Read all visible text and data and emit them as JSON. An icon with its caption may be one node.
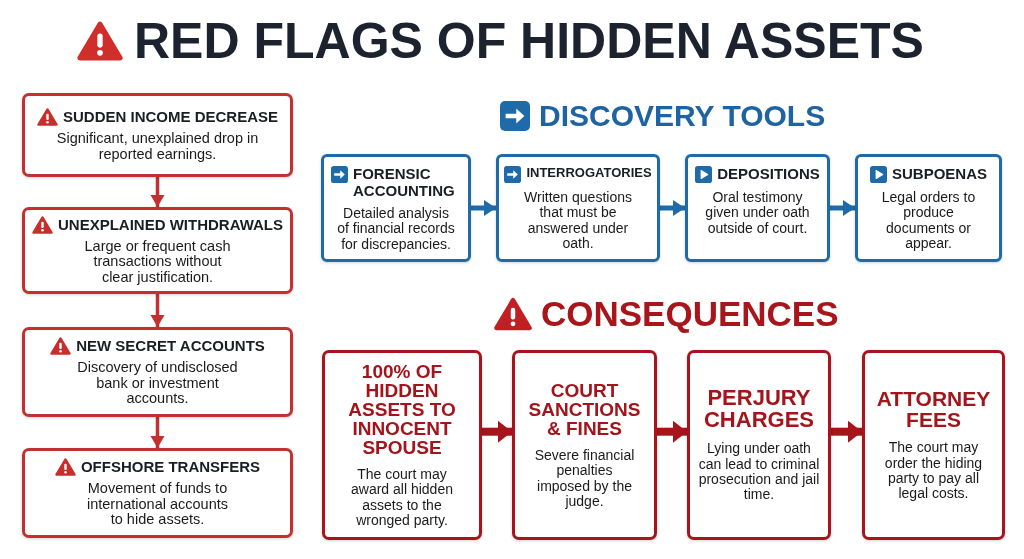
{
  "diagram": {
    "title": "RED FLAGS OF HIDDEN ASSETS",
    "nodes": [
      {
        "text": [
          "SUDDEN INCOME DECREASE",
          "Significant, unexplained drop in reported earnings."
        ]
      },
      {
        "text": [
          "UNEXPLAINED WITHDRAWALS",
          "Large or frequent cash transactions without clear justification."
        ]
      },
      {
        "text": [
          "NEW SECRET ACCOUNTS",
          "Discovery of undisclosed bank or investment accounts."
        ]
      },
      {
        "text": [
          "OFFSHORE TRANSFERS",
          "Movement of funds to international accounts to hide assets."
        ]
      },
      {
        "text": [
          "FORENSIC ACCOUNTING",
          "Detailed analysis of financial records for discrepancies."
        ]
      },
      {
        "text": [
          "INTERROGATORIES",
          "Written questions that must be answered under oath."
        ]
      },
      {
        "text": [
          "DEPOSITIONS",
          "Oral testimony given under oath outside of court."
        ]
      },
      {
        "text": [
          "SUBPOENAS",
          "Legal orders to produce documents or appear."
        ]
      },
      {
        "text": [
          "100% OF HIDDEN ASSETS TO INNOCENT SPOUSE",
          "The court may award all hidden assets to the wronged party."
        ]
      },
      {
        "text": [
          "COURT SANCTIONS & FINES",
          "Severe financial penalties imposed by the judge."
        ]
      },
      {
        "text": [
          "PERJURY CHARGES",
          "Lying under oath can lead to criminal prosecution and jail time."
        ]
      },
      {
        "text": [
          "ATTORNEY FEES",
          "The court may order the hiding party to pay all legal costs."
        ]
      }
    ],
    "edges": [
      {
        "from": 0,
        "to": 1,
        "arrow": "to",
        "color": "#c3302f"
      },
      {
        "from": 1,
        "to": 2,
        "arrow": "to",
        "color": "#c3302f"
      },
      {
        "from": 2,
        "to": 3,
        "arrow": "to",
        "color": "#c3302f"
      },
      {
        "from": 4,
        "to": 5,
        "arrow": "to",
        "color": "#1f6aa8"
      },
      {
        "from": 5,
        "to": 6,
        "arrow": "to",
        "color": "#1f6aa8"
      },
      {
        "from": 6,
        "to": 7,
        "arrow": "to",
        "color": "#1f6aa8"
      },
      {
        "from": 8,
        "to": 9,
        "arrow": "to",
        "color": "#a8141b"
      },
      {
        "from": 9,
        "to": 10,
        "arrow": "to",
        "color": "#a8141b"
      },
      {
        "from": 10,
        "to": 11,
        "arrow": "to",
        "color": "#a8141b"
      }
    ],
    "labels": [
      "DISCOVERY TOOLS",
      "CONSEQUENCES"
    ]
  }
}
